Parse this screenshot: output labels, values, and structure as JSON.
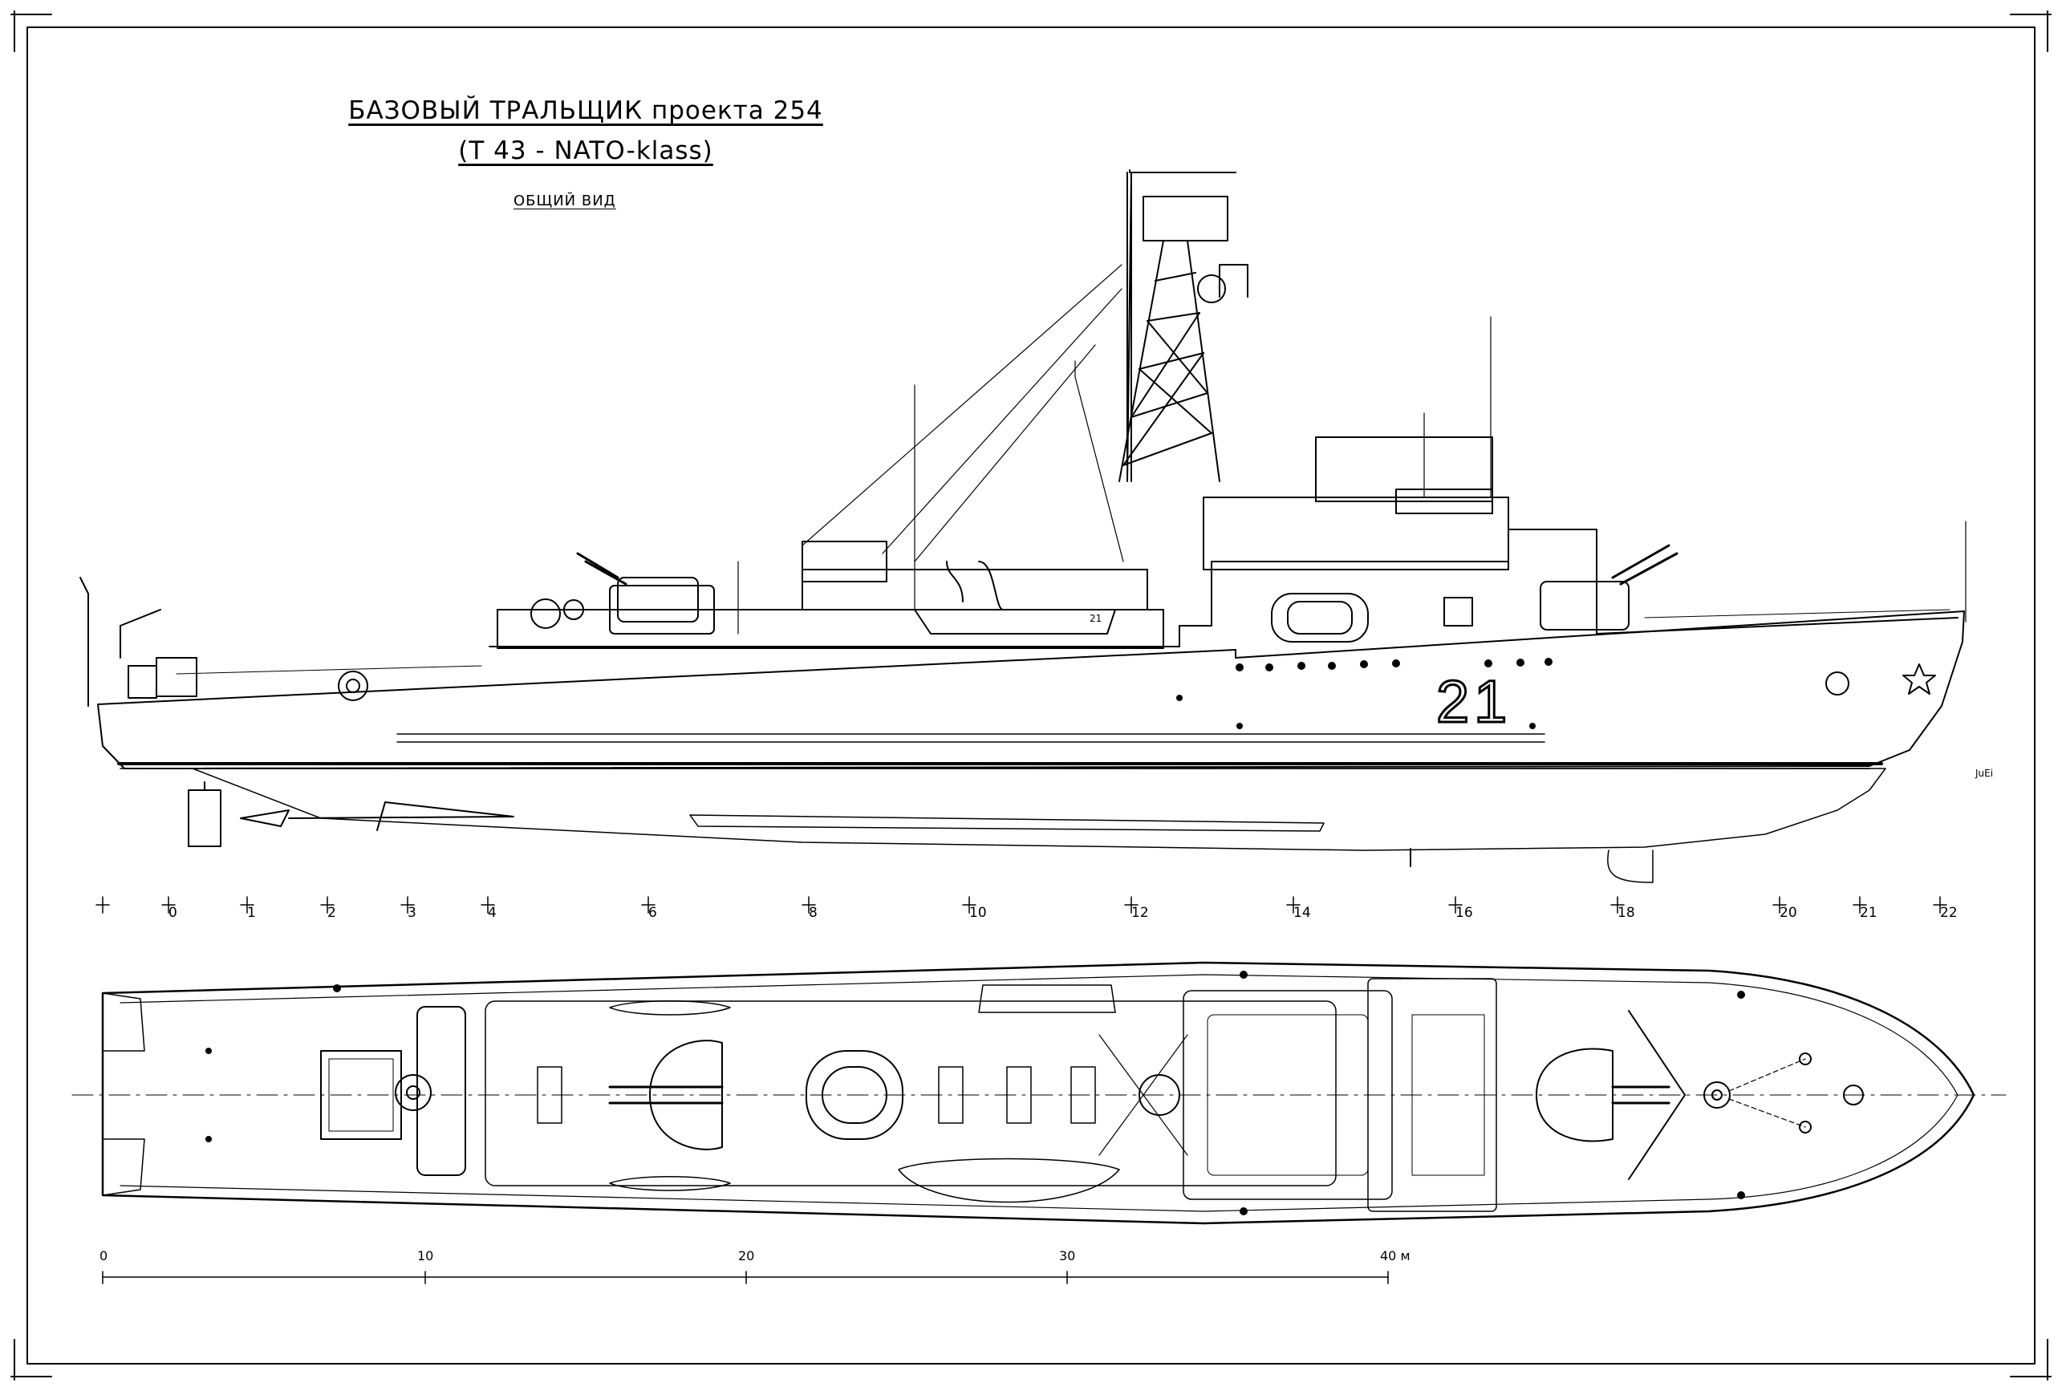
{
  "title": {
    "line1": "БАЗОВЫЙ ТРАЛЬЩИК проекта 254",
    "line2": "(Т 43 - NATO-klass)",
    "view": "ОБЩИЙ ВИД"
  },
  "hull_number": "21",
  "signature": "JuEi",
  "frame_numbers": [
    "0",
    "1",
    "2",
    "3",
    "4",
    "6",
    "8",
    "10",
    "12",
    "14",
    "16",
    "18",
    "20",
    "21",
    "22"
  ],
  "scale_bar": {
    "labels": [
      "0",
      "10",
      "20",
      "30",
      "40 м"
    ]
  },
  "boat_marking": "21"
}
